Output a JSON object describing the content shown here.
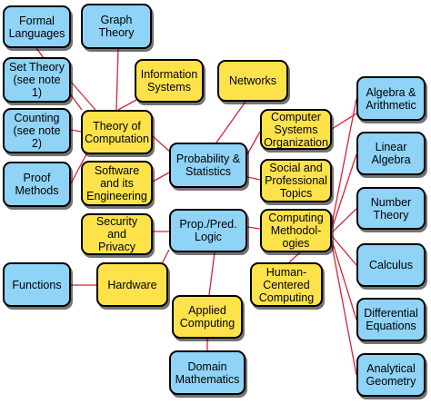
{
  "colors": {
    "math_node": "#8fd3f7",
    "cs_node": "#fde24a",
    "edge": "#d9223a"
  },
  "nodes": {
    "formal_languages": "Formal\nLanguages",
    "graph_theory": "Graph\nTheory",
    "set_theory": "Set Theory\n(see note 1)",
    "information_systems": "Information\nSystems",
    "networks": "Networks",
    "algebra_arithmetic": "Algebra &\nArithmetic",
    "counting": "Counting\n(see note 2)",
    "theory_of_computation": "Theory of\nComputation",
    "computer_systems_organization": "Computer\nSystems\nOrganization",
    "probability_statistics": "Probability &\nStatistics",
    "linear_algebra": "Linear\nAlgebra",
    "proof_methods": "Proof\nMethods",
    "software_engineering": "Software\nand its\nEngineering",
    "social_professional_topics": "Social and\nProfessional\nTopics",
    "number_theory": "Number\nTheory",
    "security_privacy": "Security\nand\nPrivacy",
    "prop_pred_logic": "Prop./Pred.\nLogic",
    "computing_methodologies": "Computing\nMethodol-\nogies",
    "calculus": "Calculus",
    "functions": "Functions",
    "hardware": "Hardware",
    "human_centered_computing": "Human-\nCentered\nComputing",
    "differential_equations": "Differential\nEquations",
    "applied_computing": "Applied\nComputing",
    "domain_mathematics": "Domain\nMathematics",
    "analytical_geometry": "Analytical\nGeometry"
  }
}
